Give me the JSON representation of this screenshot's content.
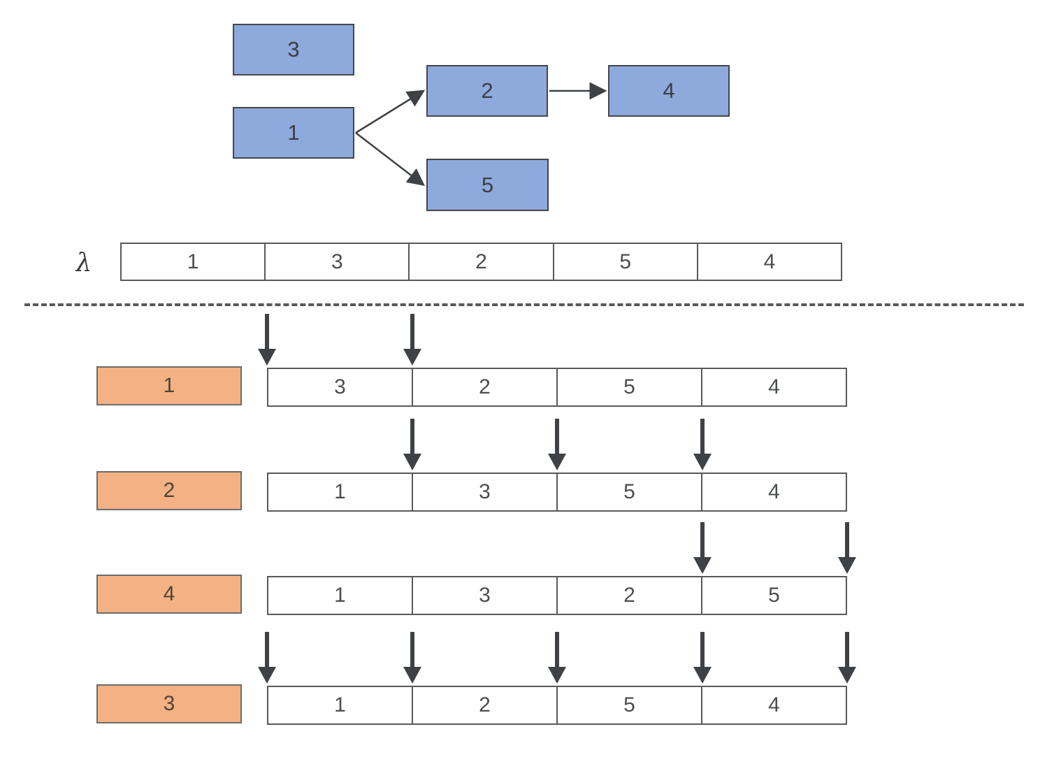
{
  "colors": {
    "node_fill": "#8EA9DB",
    "label_fill": "#F4B183",
    "cell_border": "#595959",
    "arrow": "#3f4245",
    "text": "#3b3e44"
  },
  "dag": {
    "nodes": [
      {
        "id": "3",
        "label": "3"
      },
      {
        "id": "1",
        "label": "1"
      },
      {
        "id": "2",
        "label": "2"
      },
      {
        "id": "4",
        "label": "4"
      },
      {
        "id": "5",
        "label": "5"
      }
    ],
    "edges": [
      {
        "from": "1",
        "to": "2"
      },
      {
        "from": "1",
        "to": "5"
      },
      {
        "from": "2",
        "to": "4"
      }
    ]
  },
  "lambda_row": {
    "label": "λ",
    "cells": [
      "1",
      "3",
      "2",
      "5",
      "4"
    ]
  },
  "insertion_rows": [
    {
      "label": "1",
      "cells": [
        "3",
        "2",
        "5",
        "4"
      ],
      "arrow_positions": [
        0,
        1
      ]
    },
    {
      "label": "2",
      "cells": [
        "1",
        "3",
        "5",
        "4"
      ],
      "arrow_positions": [
        1,
        2,
        3
      ]
    },
    {
      "label": "4",
      "cells": [
        "1",
        "3",
        "2",
        "5"
      ],
      "arrow_positions": [
        3,
        4
      ]
    },
    {
      "label": "3",
      "cells": [
        "1",
        "2",
        "5",
        "4"
      ],
      "arrow_positions": [
        0,
        1,
        2,
        3,
        4
      ]
    }
  ]
}
